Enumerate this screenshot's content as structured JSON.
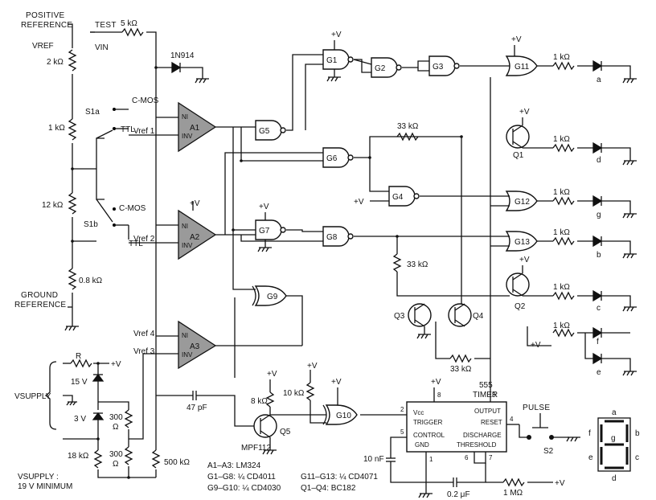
{
  "refs": {
    "positive": [
      "POSITIVE",
      "REFERENCE"
    ],
    "vref": "VREF",
    "test": "TEST",
    "vin": "VIN",
    "ground": [
      "GROUND",
      "REFERENCE"
    ],
    "vsupply": "VSUPPLY"
  },
  "resistors": {
    "r_test": "5 kΩ",
    "r1": "2 kΩ",
    "r2": "1 kΩ",
    "r3": "12 kΩ",
    "r4": "0.8 kΩ",
    "r_33a": "33 kΩ",
    "r_33b": "33 kΩ",
    "r_33c": "33 kΩ",
    "r_led": "1 kΩ",
    "r_8k": "8 kΩ",
    "r_10k": "10 kΩ",
    "r_300a": "300",
    "r_300b": "300",
    "ohm": "Ω",
    "r_18k": "18 kΩ",
    "r_500k": "500 kΩ",
    "r_1m": "1 MΩ",
    "r_R": "R"
  },
  "caps": {
    "c47": "47 pF",
    "c10": "10 nF",
    "c02": "0.2 μF"
  },
  "diodes": {
    "d1": "1N914",
    "z15": "15 V",
    "z3": "3 V"
  },
  "switches": {
    "s1a": "S1a",
    "s1b": "S1b",
    "cmos": "C-MOS",
    "ttl": "TTL",
    "s2": "S2",
    "pulse": "PULSE"
  },
  "opamps": {
    "a1": "A1",
    "a2": "A2",
    "a3": "A3",
    "ni": "NI",
    "inv": "INV",
    "vref1": "Vref 1",
    "vref2": "Vref 2",
    "vref3": "Vref 3",
    "vref4": "Vref 4"
  },
  "gates": [
    "G1",
    "G2",
    "G3",
    "G4",
    "G5",
    "G6",
    "G7",
    "G8",
    "G9",
    "G10",
    "G11",
    "G12",
    "G13"
  ],
  "transistors": {
    "q1": "Q1",
    "q2": "Q2",
    "q3": "Q3",
    "q4": "Q4",
    "q5": "Q5",
    "mpf": "MPF112"
  },
  "supply": {
    "plus_v": "+V"
  },
  "leds": [
    "a",
    "d",
    "g",
    "b",
    "c",
    "f",
    "e"
  ],
  "timer": {
    "title": [
      "555",
      "TIMER"
    ],
    "vcc": "Vcc",
    "trigger": "TRIGGER",
    "output": "OUTPUT",
    "reset": "RESET",
    "control": "CONTROL",
    "gnd": "GND",
    "discharge": "DISCHARGE",
    "threshold": "THRESHOLD",
    "pins": [
      "8",
      "3",
      "2",
      "4",
      "5",
      "1",
      "6",
      "7"
    ]
  },
  "display": {
    "segments": [
      "a",
      "b",
      "c",
      "d",
      "e",
      "f",
      "g"
    ],
    "center": "g"
  },
  "notes": {
    "vsupply_min": [
      "VSUPPLY :",
      "19 V MINIMUM"
    ],
    "parts": [
      "A1–A3: LM324",
      "G1–G8: ¼ CD4011",
      "G9–G10: ¼ CD4030",
      "G11–G13: ¼ CD4071",
      "Q1–Q4: BC182"
    ]
  }
}
